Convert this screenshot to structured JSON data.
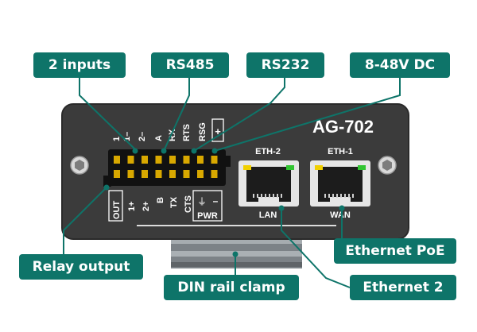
{
  "device": {
    "model": "AG-702",
    "eth_labels": {
      "eth2": "ETH-2",
      "eth1": "ETH-1",
      "lan": "LAN",
      "wan": "WAN"
    },
    "terminal_top_labels": [
      "1",
      "1–",
      "2–",
      "A",
      "RX",
      "RTS",
      "RSG",
      "+"
    ],
    "terminal_bottom_labels": [
      "OUT",
      "1+",
      "2+",
      "B",
      "TX",
      "CTS",
      "⏚",
      "–"
    ],
    "pwr_label": "PWR"
  },
  "callouts": {
    "inputs": "2 inputs",
    "rs485": "RS485",
    "rs232": "RS232",
    "power": "8-48V DC",
    "relay": "Relay output",
    "din": "DIN rail clamp",
    "poe": "Ethernet PoE",
    "eth2": "Ethernet 2"
  },
  "colors": {
    "accent": "#0e7469",
    "panel": "#3a3a3a",
    "terminal": "#111111",
    "pin": "#d8a800",
    "led_yellow": "#f1d000",
    "led_green": "#31c531"
  }
}
